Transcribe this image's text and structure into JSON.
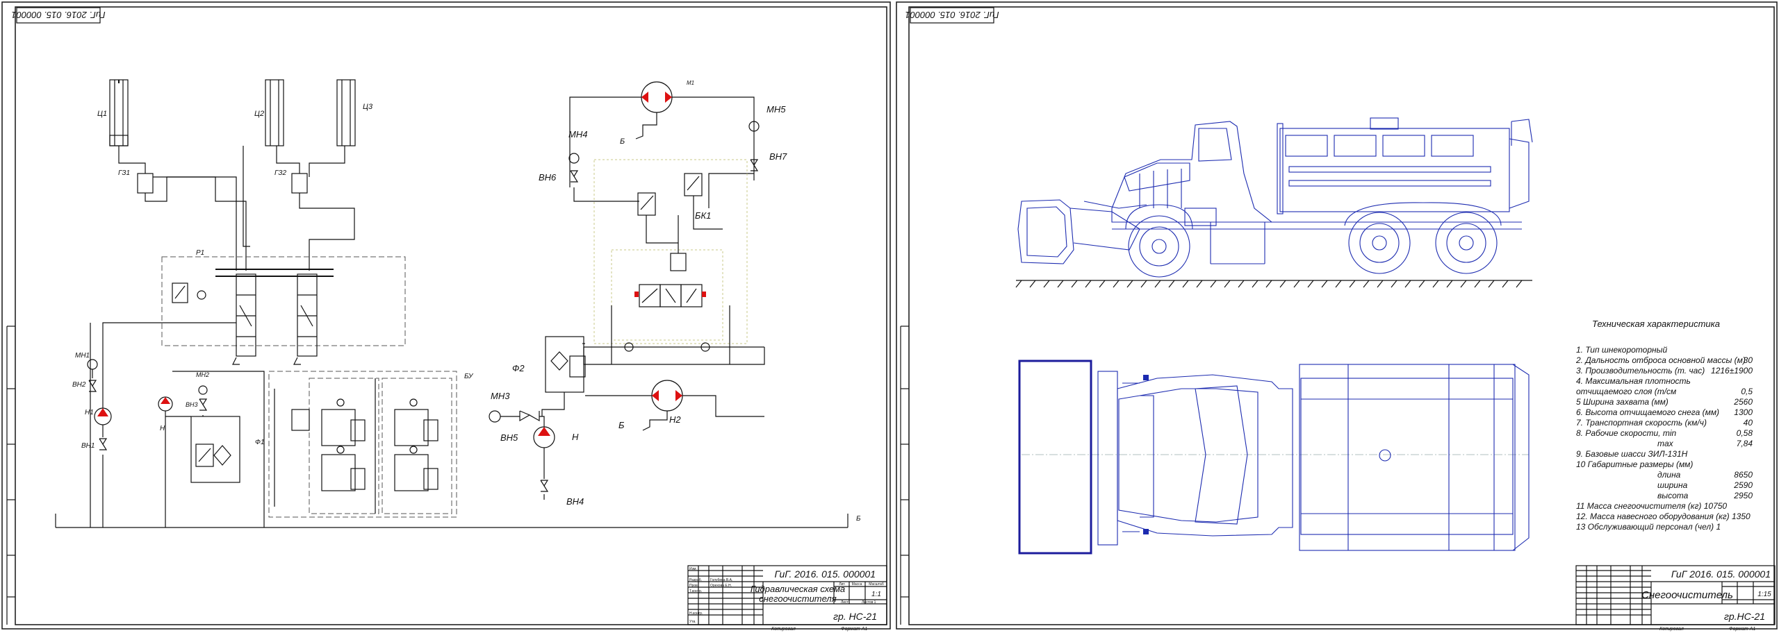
{
  "sheet1": {
    "stamp": "ГиГ. 2016. 015. 000001",
    "code": "ГиГ. 2016. 015. 000001",
    "title_line1": "Гидравлическая схема",
    "title_line2": "снегоочистителя",
    "scale": "1:1",
    "group": "гр. НС-21",
    "copied": "Копировал",
    "format": "Формат  А1",
    "hdr_lit": "Лит.",
    "hdr_mass": "Масса",
    "hdr_scale": "Масштаб",
    "hdr_sheet": "Лист",
    "hdr_sheets": "Листов  1",
    "rows": [
      "Изм.",
      "Разраб.",
      "Пров.",
      "Т.контр.",
      "Н.контр.",
      "Утв."
    ],
    "names": [
      "",
      "Голубева В.А.",
      "Орехова Е.Н.",
      "",
      "",
      ""
    ],
    "labels": {
      "c1": "Ц1",
      "c2": "Ц2",
      "c3": "Ц3",
      "gz1": "ГЗ1",
      "gz2": "ГЗ2",
      "r1": "Р1",
      "mn1": "МН1",
      "vn2": "ВН2",
      "n1": "Н1",
      "vn1": "ВН1",
      "mn2": "МН2",
      "vn3": "ВН3",
      "n": "Н",
      "f1": "Ф1",
      "bu": "БУ",
      "m1": "М1",
      "b_top": "Б",
      "mn4": "МН4",
      "vn6": "ВН6",
      "mn5": "МН5",
      "vn7": "ВН7",
      "bk1": "БК1",
      "f2": "Ф2",
      "mn3": "МН3",
      "vn5": "ВН5",
      "n_pump": "Н",
      "vn4": "ВН4",
      "b_mid": "Б",
      "n2": "Н2",
      "b_bottom": "Б"
    }
  },
  "sheet2": {
    "stamp": "ГиГ. 2016. 015. 000001",
    "code": "ГиГ 2016. 015. 000001",
    "title": "Снегоочиститель",
    "scale": "1:15",
    "group": "гр.НС-21",
    "copied": "Копировал",
    "format": "Формат  А1",
    "specs_title": "Техническая характеристика",
    "specs": [
      {
        "label": "1.  Тип шнекороторный",
        "value": ""
      },
      {
        "label": "2. Дальность отброса основной массы (м)",
        "value": "30"
      },
      {
        "label": "3. Производительность (т. час)",
        "value": "1216±1900"
      },
      {
        "label": "4. Максимальная плотность",
        "value": ""
      },
      {
        "label": "отчищаемого слоя (т/см",
        "value": "0,5"
      },
      {
        "label": "5 Ширина захвата (мм)",
        "value": "2560"
      },
      {
        "label": "6. Высота отчищаемого снега (мм)",
        "value": "1300"
      },
      {
        "label": "7.  Транспортная скорость (км/ч)",
        "value": "40"
      },
      {
        "label": "8.  Рабочие скорости, min",
        "value": "0,58"
      },
      {
        "label": "max",
        "value": "7,84"
      },
      {
        "label": "9.  Базовые шасси ЗИЛ-131Н",
        "value": ""
      },
      {
        "label": "10  Габаритные размеры (мм)",
        "value": ""
      },
      {
        "label": "длина",
        "value": "8650"
      },
      {
        "label": "ширина",
        "value": "2590"
      },
      {
        "label": "высота",
        "value": "2950"
      },
      {
        "label": "11  Масса снегоочистителя (кг) 10750",
        "value": ""
      },
      {
        "label": "12. Масса навесного оборудования (кг) 1350",
        "value": ""
      },
      {
        "label": "13 Обслуживающий персонал (чел) 1",
        "value": ""
      }
    ]
  }
}
